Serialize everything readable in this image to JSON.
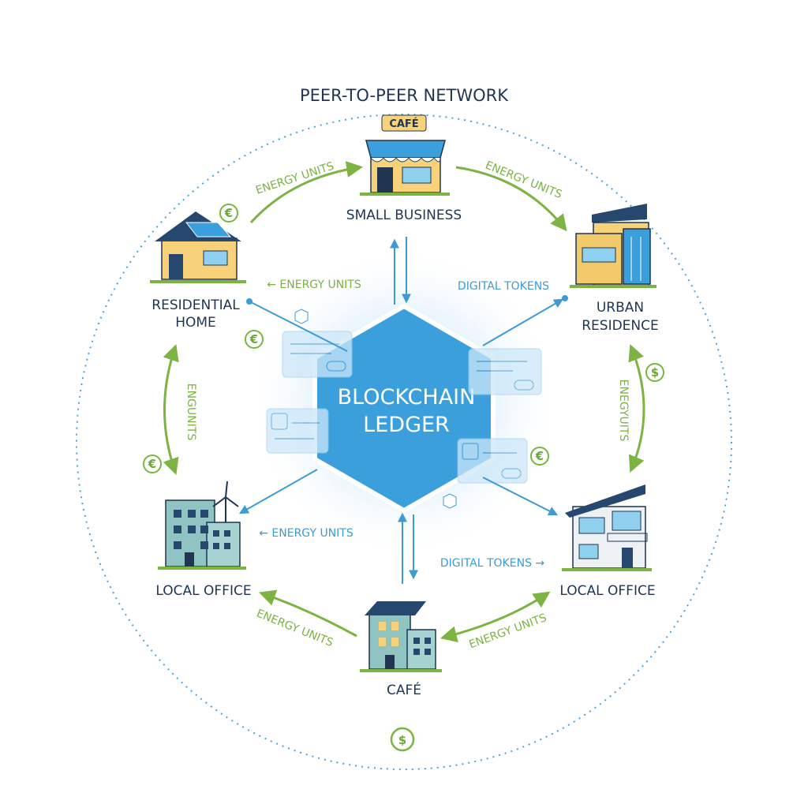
{
  "title": "PEER-TO-PEER NETWORK",
  "center": {
    "line1": "BLOCKCHAIN",
    "line2": "LEDGER"
  },
  "nodes": {
    "small_business": {
      "label": "SMALL BUSINESS",
      "sign": "CAFÉ"
    },
    "residential_home": {
      "line1": "RESIDENTIAL",
      "line2": "HOME"
    },
    "urban_residence": {
      "line1": "URBAN",
      "line2": "RESIDENCE"
    },
    "local_office_left": {
      "label": "LOCAL OFFICE"
    },
    "local_office_right": {
      "label": "LOCAL OFFICE"
    },
    "cafe_bottom": {
      "label": "CAFÉ"
    }
  },
  "flows": {
    "top_left": "ENERGY UNITS",
    "top_right": "ENERGY UNITS",
    "left_side": "ENGUNITS",
    "right_side": "ENEGYUITS",
    "bottom_left": "ENERGY UNITS",
    "bottom_right": "ENERGY UNITS",
    "inner_upper_left": "← ENERGY UNITS",
    "inner_upper_right": "DIGITAL TOKENS",
    "inner_lower_left": "← ENERGY UNITS",
    "inner_lower_right": "DIGITAL TOKENS →"
  },
  "coins": {
    "top_left": "€",
    "left_upper": "€",
    "left_lower": "€",
    "right_upper": "$",
    "right_lower": "€",
    "bottom": "$"
  },
  "colors": {
    "accent_green": "#7cb342",
    "accent_blue": "#3d9bd4",
    "hexagon": "#3b9fdc",
    "text_dark": "#1f3550",
    "dotted_circle": "#4aa3d8"
  }
}
